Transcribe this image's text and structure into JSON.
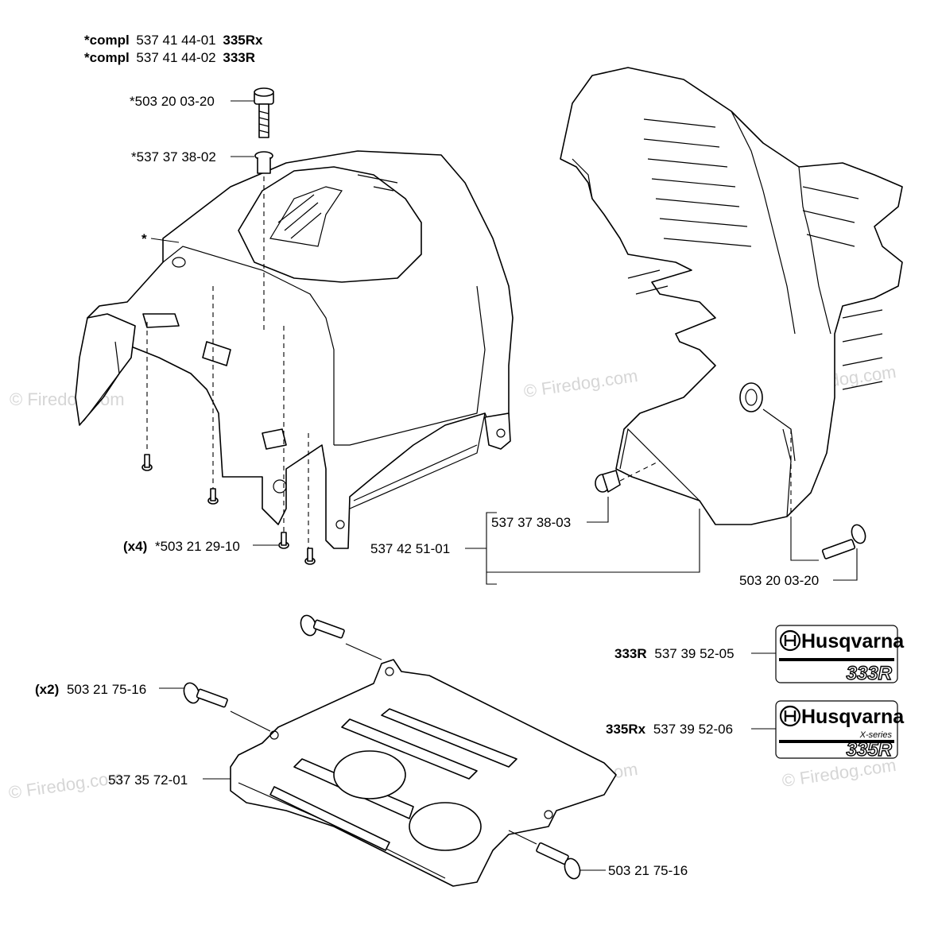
{
  "watermark": "© Firedog.com",
  "header": {
    "line1": {
      "prefix": "*compl",
      "part": "537 41 44-01",
      "model": "335Rx"
    },
    "line2": {
      "prefix": "*compl",
      "part": "537 41 44-02",
      "model": "333R"
    }
  },
  "callouts": {
    "screw_top": "*503 20 03-20",
    "spacer_top": "*537 37 38-02",
    "star": "*",
    "screws_x4_qty": "(x4)",
    "screws_x4_part": "*503 21 29-10",
    "spacer_right": "537 37 38-03",
    "cover_right": "537 42 51-01",
    "screw_right": "503 20 03-20",
    "screws_x2_qty": "(x2)",
    "screws_x2_part": "503 21 75-16",
    "plate": "537 35 72-01",
    "screw_bottom": "503 21 75-16",
    "decal_333r_model": "333R",
    "decal_333r_part": "537 39 52-05",
    "decal_335rx_model": "335Rx",
    "decal_335rx_part": "537 39 52-06"
  },
  "decals": {
    "brand": "Husqvarna",
    "decal1_model": "333R",
    "decal2_series": "X-series",
    "decal2_model": "335R"
  }
}
